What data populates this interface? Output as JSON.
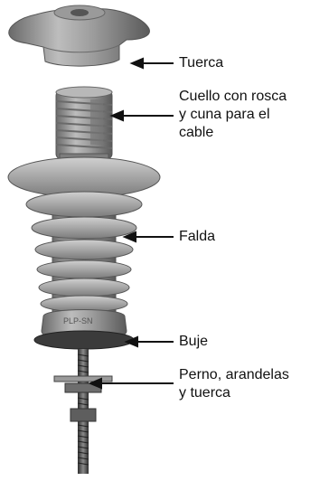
{
  "colors": {
    "insulator_gray": "#8e8e8e",
    "insulator_dark": "#5f5f5f",
    "insulator_light": "#c2c2c2",
    "metal_dark": "#3e3e3e",
    "pointer": "#111111"
  },
  "labels": {
    "tuerca": "Tuerca",
    "cuello_line1": "Cuello con rosca",
    "cuello_line2": "y cuna para el",
    "cuello_line3": "cable",
    "falda": "Falda",
    "buje": "Buje",
    "perno_line1": "Perno, arandelas",
    "perno_line2": "y tuerca"
  },
  "markings": {
    "base_text": "PLP-SN"
  }
}
